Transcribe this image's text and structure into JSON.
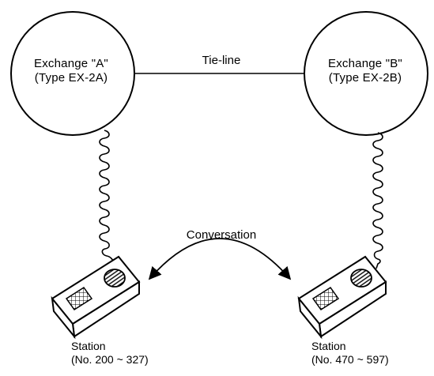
{
  "exchange_a": {
    "name": "Exchange \"A\"",
    "type": "(Type EX-2A)"
  },
  "exchange_b": {
    "name": "Exchange \"B\"",
    "type": "(Type EX-2B)"
  },
  "tie_line": {
    "label": "Tie-line"
  },
  "conversation": {
    "label": "Conversation"
  },
  "station_a": {
    "title": "Station",
    "range": "(No. 200 ~ 327)"
  },
  "station_b": {
    "title": "Station",
    "range": "(No. 470 ~ 597)"
  },
  "colors": {
    "line": "#000000",
    "background": "#ffffff"
  }
}
